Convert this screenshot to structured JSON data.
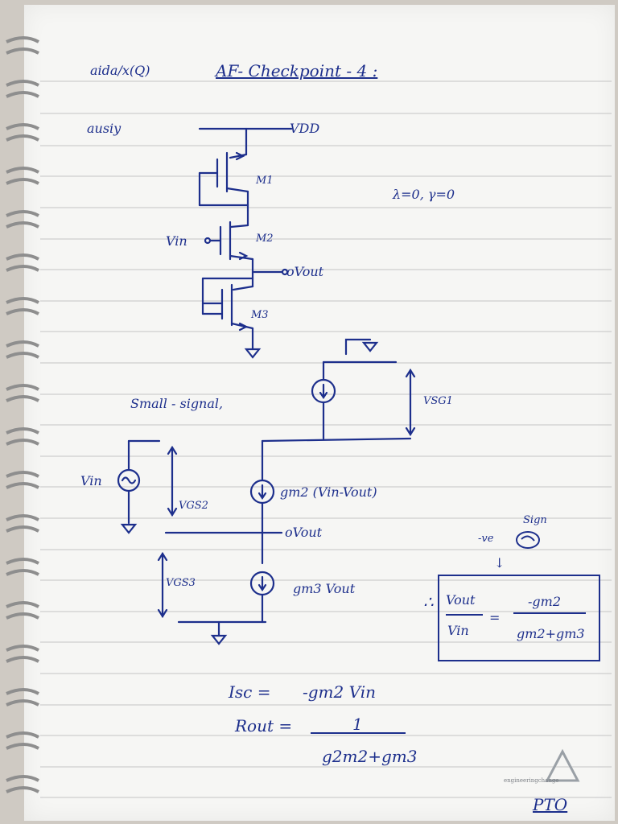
{
  "header": {
    "left_note": "aida/x(Q)",
    "title": "AF- Checkpoint - 4 :"
  },
  "circuit": {
    "side_note": "ausiy",
    "vdd": "VDD",
    "m1": "M1",
    "m2": "M2",
    "m3": "M3",
    "vin": "Vin",
    "vout": "oVout",
    "params": "λ=0, γ=0"
  },
  "small_signal": {
    "heading": "Small - signal,",
    "vin": "Vin",
    "vsg1": "VSG1",
    "vgs2": "VGS2",
    "vgs3": "VGS3",
    "src2": "gm2 (Vin-Vout)",
    "vout": "oVout",
    "src3": "gm3 Vout"
  },
  "result": {
    "sign_note": "Sign",
    "neg_note": "-ve",
    "arrow": "↓",
    "therefore": "∴",
    "lhs_num": "Vout",
    "lhs_den": "Vin",
    "rhs_num": "-gm2",
    "rhs_den": "gm2+gm3"
  },
  "equations": {
    "isc_lhs": "Isc =",
    "isc_rhs": "-gm2 Vin",
    "rout_lhs": "Rout =",
    "rout_num": "1",
    "rout_den": "g2m2+gm3"
  },
  "footer": {
    "pto": "PTO",
    "watermark": "engineeringchange"
  },
  "colors": {
    "ink": "#1d2f8c",
    "paper": "#f6f6f4",
    "rule": "#bfbfbf"
  }
}
